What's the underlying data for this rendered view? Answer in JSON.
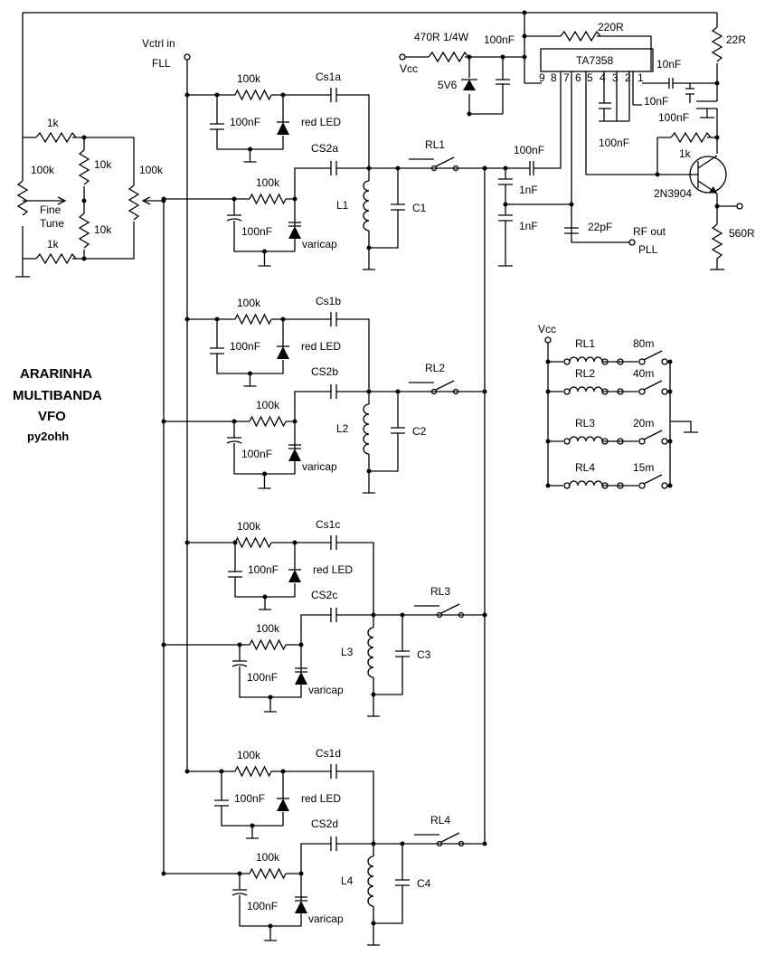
{
  "title": {
    "line1": "ARARINHA",
    "line2": "MULTIBANDA",
    "line3": "VFO",
    "author": "py2ohh"
  },
  "top": {
    "vctrl": "Vctrl in",
    "fll": "FLL",
    "r1k_a": "1k",
    "r1k_b": "1k",
    "r10k_a": "10k",
    "r10k_b": "10k",
    "r100k_left": "100k",
    "r100k_pot": "100k",
    "fine": "Fine",
    "tune": "Tune",
    "r470": "470R 1/4W",
    "vcc": "Vcc",
    "zener": "5V6",
    "c100n_top": "100nF",
    "r220": "220R",
    "ic": "TA7358",
    "c10n_a": "10nF",
    "c10n_b": "10nF",
    "c100n_ic": "100nF",
    "c100n_ic2": "100nF",
    "r22": "22R",
    "r1k_fb": "1k",
    "transistor": "2N3904",
    "r560": "560R",
    "c100n_cpl": "100nF",
    "c1n_a": "1nF",
    "c1n_b": "1nF",
    "c22p": "22pF",
    "rfout": "RF out",
    "pll": "PLL",
    "pins": [
      "9",
      "8",
      "7",
      "6",
      "5",
      "4",
      "3",
      "2",
      "1"
    ]
  },
  "bands": [
    {
      "r100k_a": "100k",
      "cs1": "Cs1a",
      "c100n_a": "100nF",
      "led": "red LED",
      "cs2": "CS2a",
      "r100k_b": "100k",
      "c100n_b": "100nF",
      "varicap": "varicap",
      "l": "L1",
      "c": "C1",
      "rl": "RL1"
    },
    {
      "r100k_a": "100k",
      "cs1": "Cs1b",
      "c100n_a": "100nF",
      "led": "red LED",
      "cs2": "CS2b",
      "r100k_b": "100k",
      "c100n_b": "100nF",
      "varicap": "varicap",
      "l": "L2",
      "c": "C2",
      "rl": "RL2"
    },
    {
      "r100k_a": "100k",
      "cs1": "Cs1c",
      "c100n_a": "100nF",
      "led": "red LED",
      "cs2": "CS2c",
      "r100k_b": "100k",
      "c100n_b": "100nF",
      "varicap": "varicap",
      "l": "L3",
      "c": "C3",
      "rl": "RL3"
    },
    {
      "r100k_a": "100k",
      "cs1": "Cs1d",
      "c100n_a": "100nF",
      "led": "red LED",
      "cs2": "CS2d",
      "r100k_b": "100k",
      "c100n_b": "100nF",
      "varicap": "varicap",
      "l": "L4",
      "c": "C4",
      "rl": "RL4"
    }
  ],
  "relay_panel": {
    "vcc": "Vcc",
    "rows": [
      {
        "rl": "RL1",
        "band": "80m"
      },
      {
        "rl": "RL2",
        "band": "40m"
      },
      {
        "rl": "RL3",
        "band": "20m"
      },
      {
        "rl": "RL4",
        "band": "15m"
      }
    ]
  }
}
